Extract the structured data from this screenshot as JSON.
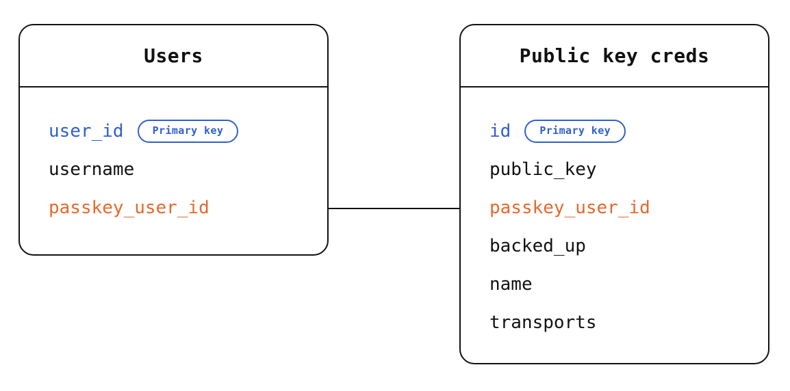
{
  "diagram": {
    "type": "entity-relationship-diagram",
    "background_color": "#ffffff",
    "colors": {
      "primary_key": "#2f5fd0",
      "foreign_key": "#e8682c",
      "text": "#111111",
      "border": "#111111"
    },
    "entities": [
      {
        "id": "users",
        "title": "Users",
        "fields": [
          {
            "name": "user_id",
            "kind": "pk",
            "badge": "Primary key"
          },
          {
            "name": "username",
            "kind": "plain",
            "badge": null
          },
          {
            "name": "passkey_user_id",
            "kind": "fk",
            "badge": null
          }
        ]
      },
      {
        "id": "public-key-creds",
        "title": "Public key creds",
        "fields": [
          {
            "name": "id",
            "kind": "pk",
            "badge": "Primary key"
          },
          {
            "name": "public_key",
            "kind": "plain",
            "badge": null
          },
          {
            "name": "passkey_user_id",
            "kind": "fk",
            "badge": null
          },
          {
            "name": "backed_up",
            "kind": "plain",
            "badge": null
          },
          {
            "name": "name",
            "kind": "plain",
            "badge": null
          },
          {
            "name": "transports",
            "kind": "plain",
            "badge": null
          }
        ]
      }
    ],
    "relationships": [
      {
        "id": "users-to-public-key-creds",
        "from_entity": "users",
        "from_field": "passkey_user_id",
        "to_entity": "public-key-creds",
        "to_field": "passkey_user_id",
        "style": "solid"
      }
    ]
  }
}
